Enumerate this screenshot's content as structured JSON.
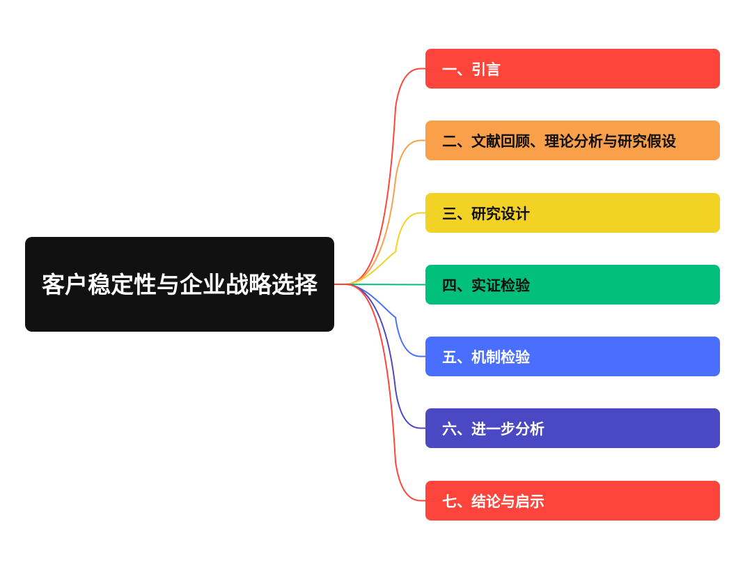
{
  "root": {
    "title": "客户稳定性与企业战略选择",
    "color": "#111111",
    "text_color": "#ffffff"
  },
  "branches": [
    {
      "label": "一、引言",
      "color": "#fe453c",
      "text_color": "#ffffff"
    },
    {
      "label": "二、文献回顾、理论分析与研究假设",
      "color": "#fa9f4a",
      "text_color": "#111111"
    },
    {
      "label": "三、研究设计",
      "color": "#f2d224",
      "text_color": "#111111"
    },
    {
      "label": "四、实证检验",
      "color": "#01c07b",
      "text_color": "#111111"
    },
    {
      "label": "五、机制检验",
      "color": "#4a6ffe",
      "text_color": "#ffffff"
    },
    {
      "label": "六、进一步分析",
      "color": "#4a49c3",
      "text_color": "#ffffff"
    },
    {
      "label": "七、结论与启示",
      "color": "#fe453c",
      "text_color": "#ffffff"
    }
  ]
}
